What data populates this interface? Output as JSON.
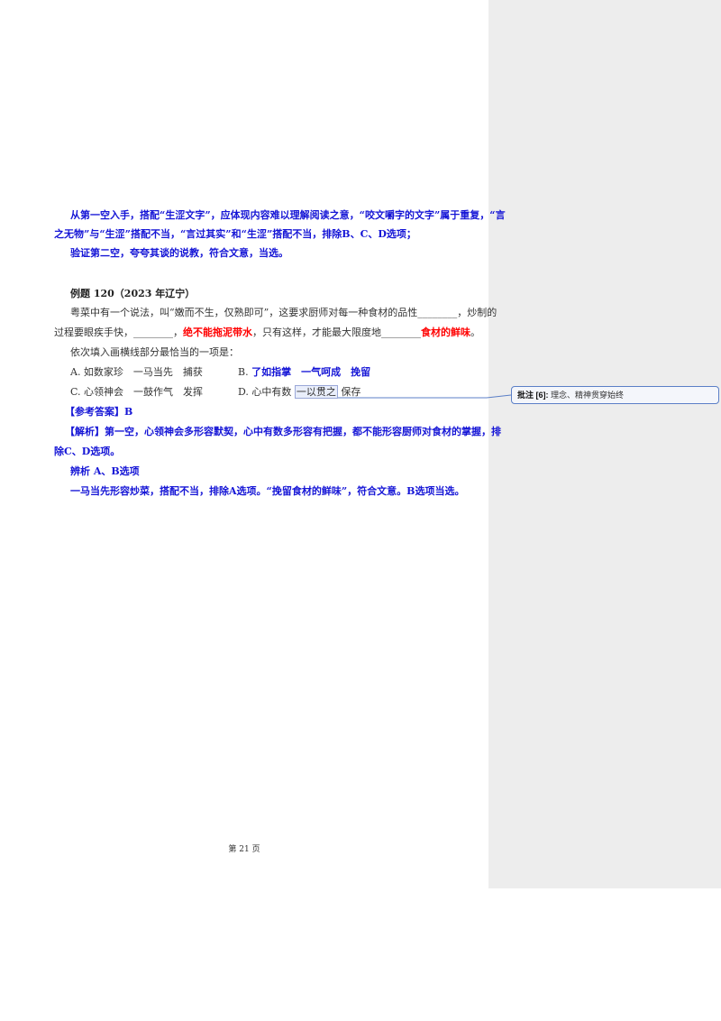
{
  "top_analysis": {
    "line1": "从第一空入手，搭配“生涩文字”，应体现内容难以理解阅读之意，“咬文嚼字的文字”属于重复，“言",
    "line2": "之无物”与“生涩”搭配不当，“言过其实”和“生涩”搭配不当，排除B、C、D选项；",
    "line3": "验证第二空，夸夸其谈的说教，符合文意，当选。"
  },
  "example": {
    "title": "例题 120（2023 年辽宁）",
    "stem_line1": "粤菜中有一个说法，叫“嫩而不生，仅熟即可”，这要求厨师对每一种食材的品性________，炒制的",
    "stem_line2_a": "过程要眼疾手快，________，",
    "stem_line2_red1": "绝不能拖泥带水",
    "stem_line2_b": "，只有这样，才能最大限度地________",
    "stem_line2_red2": "食材的鲜味",
    "stem_line2_c": "。",
    "instruction": "依次填入画横线部分最恰当的一项是：",
    "option_a": "A. 如数家珍　一马当先　捕获",
    "option_b_prefix": "B.",
    "option_b_words": "了如指掌　一气呵成　挽留",
    "option_c": "C. 心领神会　一鼓作气　发挥",
    "option_d_prefix": "D. 心中有数",
    "option_d_highlight": "一以贯之",
    "option_d_suffix": "保存",
    "answer": "【参考答案】B",
    "analysis_line1": "【解析】第一空，心领神会多形容默契，心中有数多形容有把握，都不能形容厨师对食材的掌握，排",
    "analysis_line2": "除C、D选项。",
    "analysis_line3": "辨析 A、B选项",
    "analysis_line4": "一马当先形容炒菜，搭配不当，排除A选项。“挽留食材的鲜味”，符合文意。B选项当选。"
  },
  "comment": {
    "label": "批注 [6]:",
    "text": "理念、精神贯穿始终"
  },
  "footer": {
    "page": "第 21 页"
  },
  "colors": {
    "analysis_blue": "#1515d6",
    "emphasis_red": "#ff0000",
    "comment_border": "#5b7fc7",
    "margin_pane": "#ededed"
  }
}
